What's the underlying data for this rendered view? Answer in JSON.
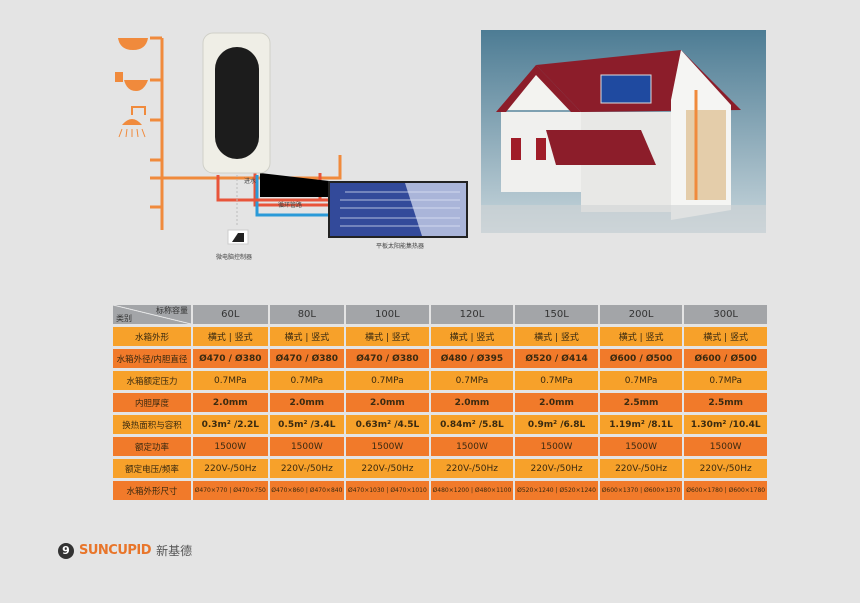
{
  "diagram": {
    "inlet_label": "进水",
    "pipe_label": "循环管路",
    "controller_label": "微电脑控制器",
    "collector_label": "平板太阳能集热器"
  },
  "table": {
    "header_corner_top": "标称容量",
    "header_corner_bottom": "类别",
    "columns": [
      "60L",
      "80L",
      "100L",
      "120L",
      "150L",
      "200L",
      "300L"
    ],
    "rows": [
      {
        "label": "水箱外形",
        "values": [
          "横式 | 竖式",
          "横式 | 竖式",
          "横式 | 竖式",
          "横式 | 竖式",
          "横式 | 竖式",
          "横式 | 竖式",
          "横式 | 竖式"
        ]
      },
      {
        "label": "水箱外径/内胆直径",
        "values": [
          "Ø470 / Ø380",
          "Ø470 / Ø380",
          "Ø470 / Ø380",
          "Ø480 / Ø395",
          "Ø520 / Ø414",
          "Ø600 / Ø500",
          "Ø600 / Ø500"
        ]
      },
      {
        "label": "水箱额定压力",
        "values": [
          "0.7MPa",
          "0.7MPa",
          "0.7MPa",
          "0.7MPa",
          "0.7MPa",
          "0.7MPa",
          "0.7MPa"
        ]
      },
      {
        "label": "内胆厚度",
        "values": [
          "2.0mm",
          "2.0mm",
          "2.0mm",
          "2.0mm",
          "2.0mm",
          "2.5mm",
          "2.5mm"
        ]
      },
      {
        "label": "换热面积与容积",
        "values": [
          "0.3m² /2.2L",
          "0.5m² /3.4L",
          "0.63m² /4.5L",
          "0.84m² /5.8L",
          "0.9m² /6.8L",
          "1.19m² /8.1L",
          "1.30m² /10.4L"
        ]
      },
      {
        "label": "额定功率",
        "values": [
          "1500W",
          "1500W",
          "1500W",
          "1500W",
          "1500W",
          "1500W",
          "1500W"
        ]
      },
      {
        "label": "额定电压/频率",
        "values": [
          "220V-/50Hz",
          "220V-/50Hz",
          "220V-/50Hz",
          "220V-/50Hz",
          "220V-/50Hz",
          "220V-/50Hz",
          "220V-/50Hz"
        ]
      },
      {
        "label": "水箱外形尺寸",
        "values": [
          "Ø470×770 | Ø470×750",
          "Ø470×860 | Ø470×840",
          "Ø470×1030 | Ø470×1010",
          "Ø480×1200 | Ø480×1100",
          "Ø520×1240 | Ø520×1240",
          "Ø600×1370 | Ø600×1370",
          "Ø600×1780 | Ø600×1780"
        ]
      }
    ]
  },
  "footer": {
    "page_number": "9",
    "brand": "SUNCUPID",
    "brand_cn": "新基德"
  },
  "colors": {
    "orange_light": "#f7a12a",
    "orange_dark": "#f17a2a",
    "header_gray": "#a3a5a8",
    "brand": "#e8752a"
  }
}
